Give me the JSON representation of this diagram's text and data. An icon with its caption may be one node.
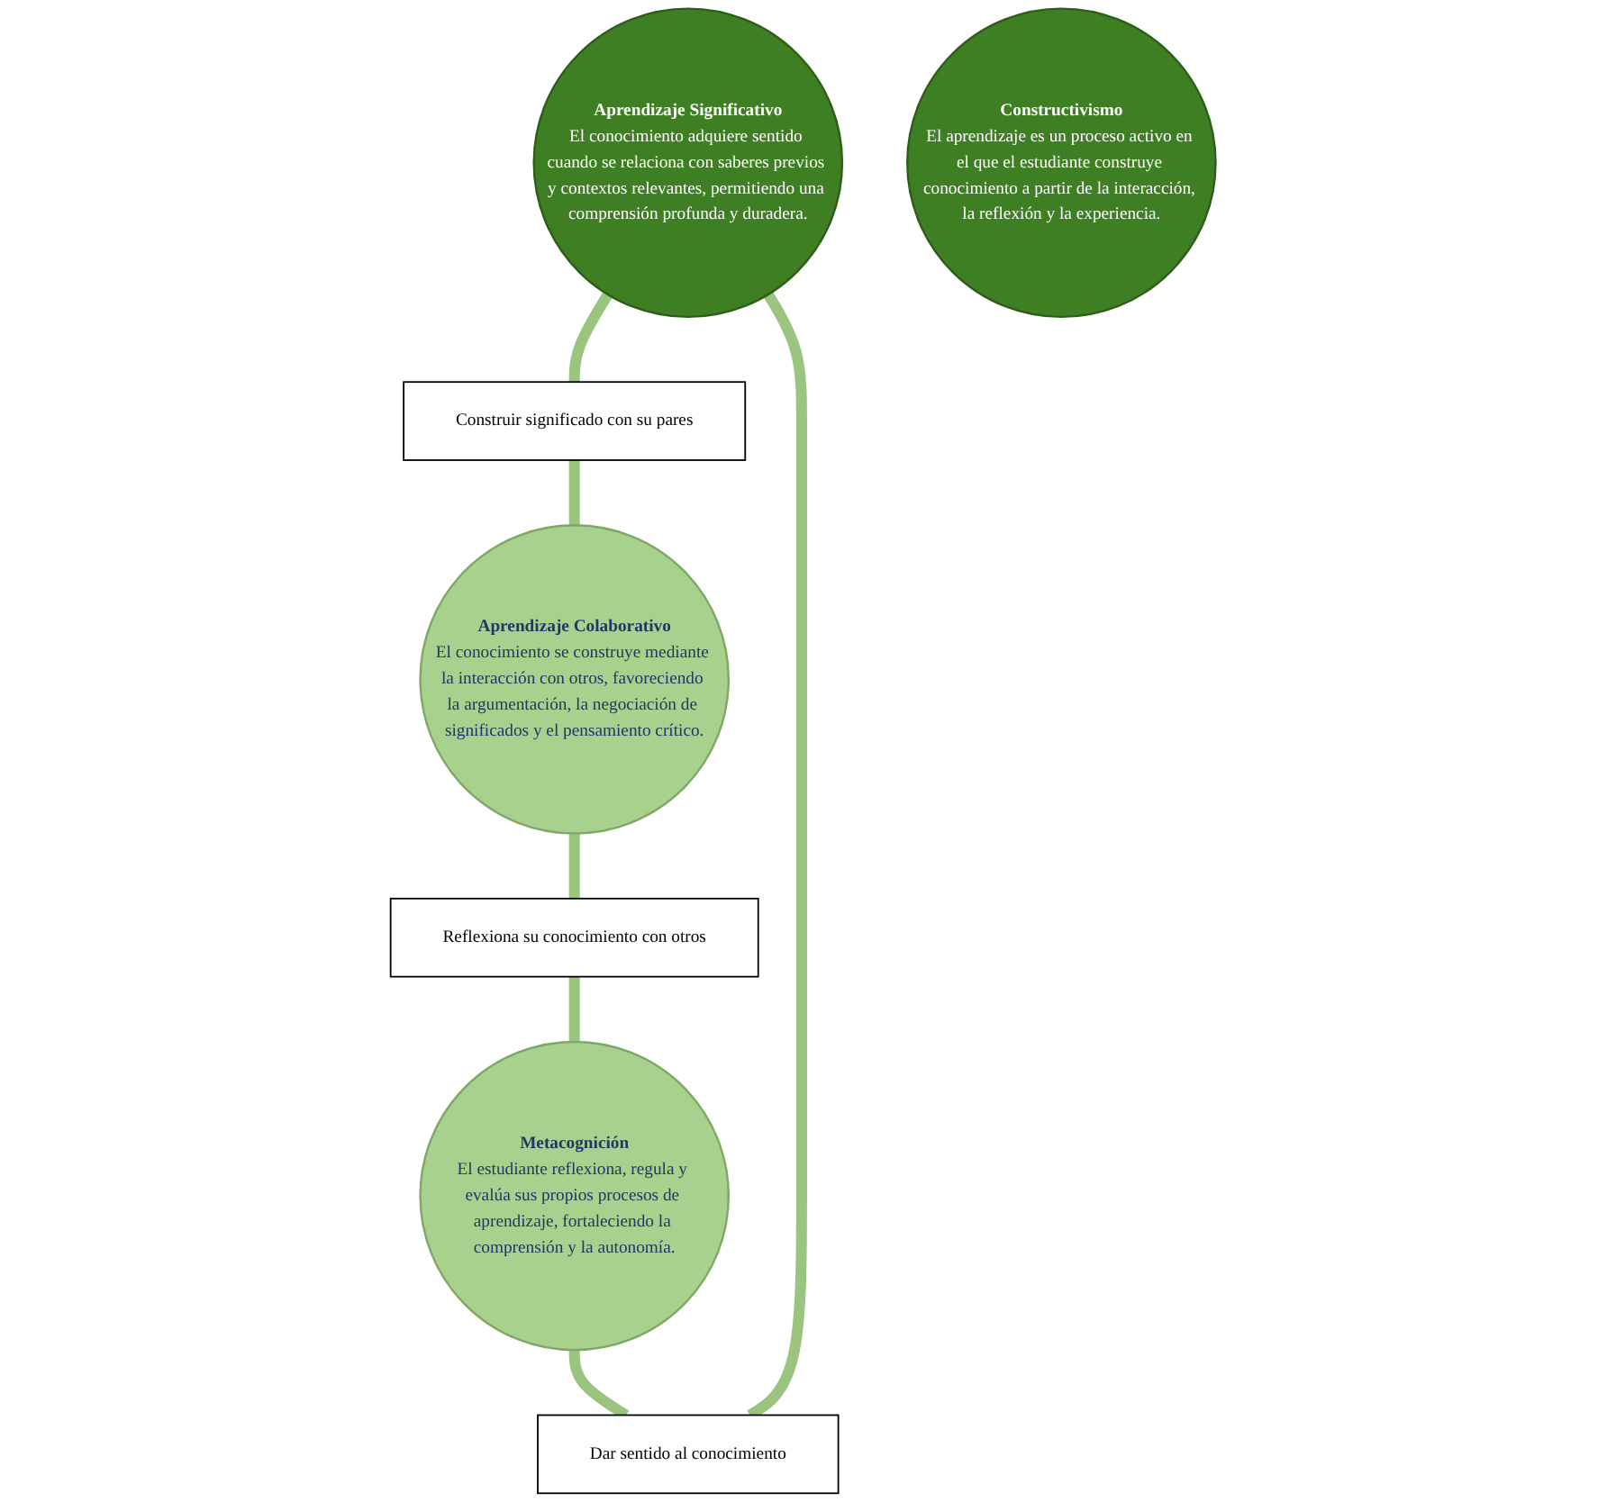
{
  "diagram": {
    "nodes": [
      {
        "text": [
          "Aprendizaje Significativo",
          "El conocimiento adquiere sentido cuando se relaciona con saberes previos y contextos relevantes, permitiendo una comprensión profunda y duradera."
        ]
      },
      {
        "text": [
          "Dar sentido al conocimiento"
        ]
      },
      {
        "text": [
          "Construir significado con su pares"
        ]
      },
      {
        "text": [
          "Constructivismo",
          "El aprendizaje es un proceso activo en el que el estudiante construye conocimiento a partir de la interacción, la reflexión y la experiencia."
        ]
      },
      {
        "text": [
          "Metacognición",
          "El estudiante reflexiona, regula y evalúa sus propios procesos de aprendizaje, fortaleciendo la comprensión y la autonomía."
        ]
      },
      {
        "text": [
          "Aprendizaje Colaborativo",
          "El conocimiento se construye mediante la interacción con otros, favoreciendo la argumentación, la negociación de significados y el pensamiento crítico."
        ]
      },
      {
        "text": [
          "Reflexiona su conocimiento con otros"
        ]
      }
    ],
    "edges": [
      {
        "from": 0,
        "to": 2,
        "arrow": "none"
      },
      {
        "from": 2,
        "to": 5,
        "arrow": "none"
      },
      {
        "from": 5,
        "to": 6,
        "arrow": "none"
      },
      {
        "from": 6,
        "to": 4,
        "arrow": "none"
      },
      {
        "from": 4,
        "to": 1,
        "arrow": "none"
      },
      {
        "from": 1,
        "to": 0,
        "arrow": "none"
      }
    ]
  }
}
